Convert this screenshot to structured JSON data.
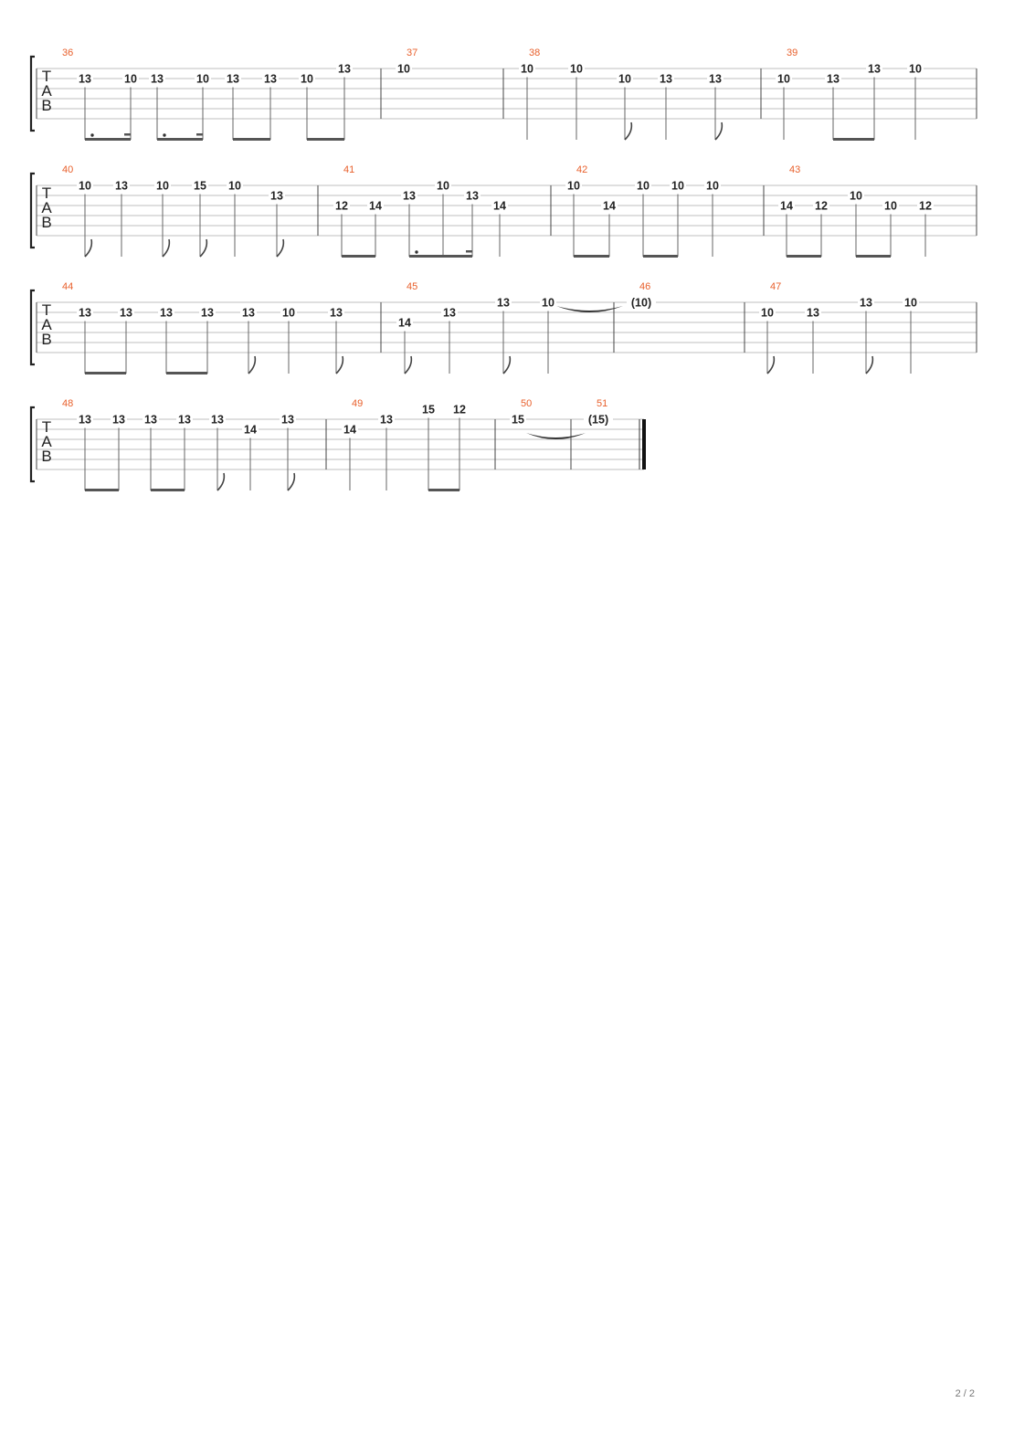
{
  "document": {
    "tab_clef": [
      "T",
      "A",
      "B"
    ],
    "page_number": "2 / 2"
  },
  "systems": [
    {
      "measures": [
        {
          "number": "36",
          "notes": [
            {
              "fret": "13",
              "string": 2,
              "dur": "e"
            },
            {
              "fret": "10",
              "string": 2,
              "dur": "s"
            },
            {
              "fret": "13",
              "string": 2,
              "dur": "e"
            },
            {
              "fret": "10",
              "string": 2,
              "dur": "s"
            },
            {
              "fret": "13",
              "string": 2,
              "dur": "e"
            },
            {
              "fret": "13",
              "string": 2,
              "dur": "e"
            },
            {
              "fret": "10",
              "string": 2,
              "dur": "e"
            },
            {
              "fret": "13",
              "string": 1,
              "dur": "e"
            }
          ]
        },
        {
          "number": "37",
          "notes": [
            {
              "fret": "10",
              "string": 1,
              "dur": "w"
            }
          ]
        },
        {
          "number": "38",
          "notes": [
            {
              "fret": "10",
              "string": 1,
              "dur": "q"
            },
            {
              "fret": "10",
              "string": 1,
              "dur": "q"
            },
            {
              "fret": "10",
              "string": 2,
              "dur": "e"
            },
            {
              "fret": "13",
              "string": 2,
              "dur": "q"
            },
            {
              "fret": "13",
              "string": 2,
              "dur": "e"
            }
          ]
        },
        {
          "number": "39",
          "notes": [
            {
              "fret": "10",
              "string": 2,
              "dur": "q"
            },
            {
              "fret": "13",
              "string": 2,
              "dur": "e"
            },
            {
              "fret": "13",
              "string": 1,
              "dur": "e"
            },
            {
              "fret": "10",
              "string": 1,
              "dur": "q"
            }
          ]
        }
      ]
    },
    {
      "measures": [
        {
          "number": "40",
          "notes": [
            {
              "fret": "10",
              "string": 1,
              "dur": "e"
            },
            {
              "fret": "13",
              "string": 1,
              "dur": "q"
            },
            {
              "fret": "10",
              "string": 1,
              "dur": "e"
            },
            {
              "fret": "15",
              "string": 1,
              "dur": "e"
            },
            {
              "fret": "10",
              "string": 1,
              "dur": "q"
            },
            {
              "fret": "13",
              "string": 2,
              "dur": "e"
            }
          ]
        },
        {
          "number": "41",
          "notes": [
            {
              "fret": "12",
              "string": 3,
              "dur": "e"
            },
            {
              "fret": "14",
              "string": 3,
              "dur": "e"
            },
            {
              "fret": "13",
              "string": 2,
              "dur": "e"
            },
            {
              "fret": "10",
              "string": 1,
              "dur": "s"
            },
            {
              "fret": "13",
              "string": 2,
              "dur": "s"
            },
            {
              "fret": "14",
              "string": 3,
              "dur": "q"
            }
          ]
        },
        {
          "number": "42",
          "notes": [
            {
              "fret": "10",
              "string": 1,
              "dur": "e"
            },
            {
              "fret": "14",
              "string": 3,
              "dur": "e"
            },
            {
              "fret": "10",
              "string": 1,
              "dur": "e"
            },
            {
              "fret": "10",
              "string": 1,
              "dur": "e"
            },
            {
              "fret": "10",
              "string": 1,
              "dur": "q"
            }
          ]
        },
        {
          "number": "43",
          "notes": [
            {
              "fret": "14",
              "string": 3,
              "dur": "e"
            },
            {
              "fret": "12",
              "string": 3,
              "dur": "e"
            },
            {
              "fret": "10",
              "string": 2,
              "dur": "e"
            },
            {
              "fret": "10",
              "string": 3,
              "dur": "e"
            },
            {
              "fret": "12",
              "string": 3,
              "dur": "q"
            }
          ]
        }
      ]
    },
    {
      "measures": [
        {
          "number": "44",
          "notes": [
            {
              "fret": "13",
              "string": 2,
              "dur": "e"
            },
            {
              "fret": "13",
              "string": 2,
              "dur": "e"
            },
            {
              "fret": "13",
              "string": 2,
              "dur": "e"
            },
            {
              "fret": "13",
              "string": 2,
              "dur": "e"
            },
            {
              "fret": "13",
              "string": 2,
              "dur": "e"
            },
            {
              "fret": "10",
              "string": 2,
              "dur": "q"
            },
            {
              "fret": "13",
              "string": 2,
              "dur": "e"
            }
          ]
        },
        {
          "number": "45",
          "notes": [
            {
              "fret": "14",
              "string": 3,
              "dur": "e"
            },
            {
              "fret": "13",
              "string": 2,
              "dur": "q"
            },
            {
              "fret": "13",
              "string": 1,
              "dur": "e"
            },
            {
              "fret": "10",
              "string": 1,
              "dur": "q"
            }
          ]
        },
        {
          "number": "46",
          "notes": [
            {
              "fret": "(10)",
              "string": 1,
              "dur": "w"
            }
          ]
        },
        {
          "number": "47",
          "notes": [
            {
              "fret": "10",
              "string": 2,
              "dur": "e"
            },
            {
              "fret": "13",
              "string": 2,
              "dur": "q"
            },
            {
              "fret": "13",
              "string": 1,
              "dur": "e"
            },
            {
              "fret": "10",
              "string": 1,
              "dur": "q"
            }
          ]
        }
      ]
    },
    {
      "measures": [
        {
          "number": "48",
          "notes": [
            {
              "fret": "13",
              "string": 1,
              "dur": "e"
            },
            {
              "fret": "13",
              "string": 1,
              "dur": "e"
            },
            {
              "fret": "13",
              "string": 1,
              "dur": "e"
            },
            {
              "fret": "13",
              "string": 1,
              "dur": "e"
            },
            {
              "fret": "13",
              "string": 1,
              "dur": "e"
            },
            {
              "fret": "14",
              "string": 2,
              "dur": "q"
            },
            {
              "fret": "13",
              "string": 1,
              "dur": "e"
            }
          ]
        },
        {
          "number": "49",
          "notes": [
            {
              "fret": "14",
              "string": 2,
              "dur": "q"
            },
            {
              "fret": "13",
              "string": 1,
              "dur": "q"
            },
            {
              "fret": "15",
              "string": 0,
              "dur": "e"
            },
            {
              "fret": "12",
              "string": 0,
              "dur": "e"
            }
          ]
        },
        {
          "number": "50",
          "notes": [
            {
              "fret": "15",
              "string": 1,
              "dur": "w"
            }
          ]
        },
        {
          "number": "51",
          "notes": [
            {
              "fret": "(15)",
              "string": 1,
              "dur": "w"
            }
          ]
        }
      ]
    }
  ]
}
